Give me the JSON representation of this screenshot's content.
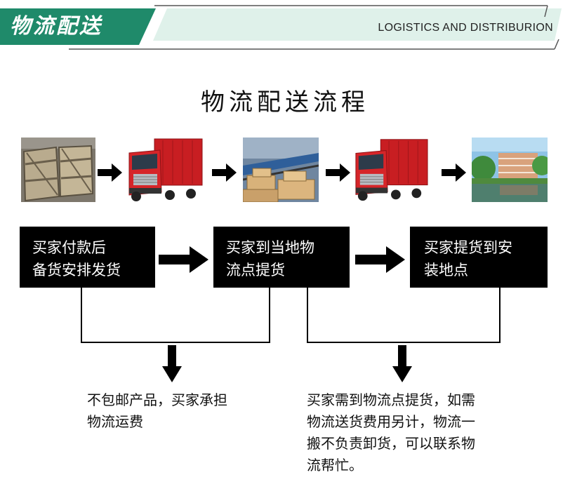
{
  "header": {
    "title": "物流配送",
    "subtitle": "LOGISTICS AND DISTRIBURION",
    "color": "#1f8a6a",
    "bar_color": "#dff1ea"
  },
  "title": "物流配送流程",
  "photos": [
    "wooden-crates-photo",
    "red-truck-photo",
    "warehouse-photo",
    "red-truck-photo",
    "destination-scenery-photo"
  ],
  "steps": [
    {
      "line1": "买家付款后",
      "line2": "备货安排发货"
    },
    {
      "line1": "买家到当地物",
      "line2": "流点提货"
    },
    {
      "line1": "买家提货到安",
      "line2": "装地点"
    }
  ],
  "notes": [
    {
      "lines": [
        "不包邮产品，买家承担",
        "物流运费"
      ]
    },
    {
      "lines": [
        "买家需到物流点提货，如需",
        "物流送货费用另计，物流一",
        "搬不负责卸货，可以联系物",
        "流帮忙。"
      ]
    }
  ]
}
